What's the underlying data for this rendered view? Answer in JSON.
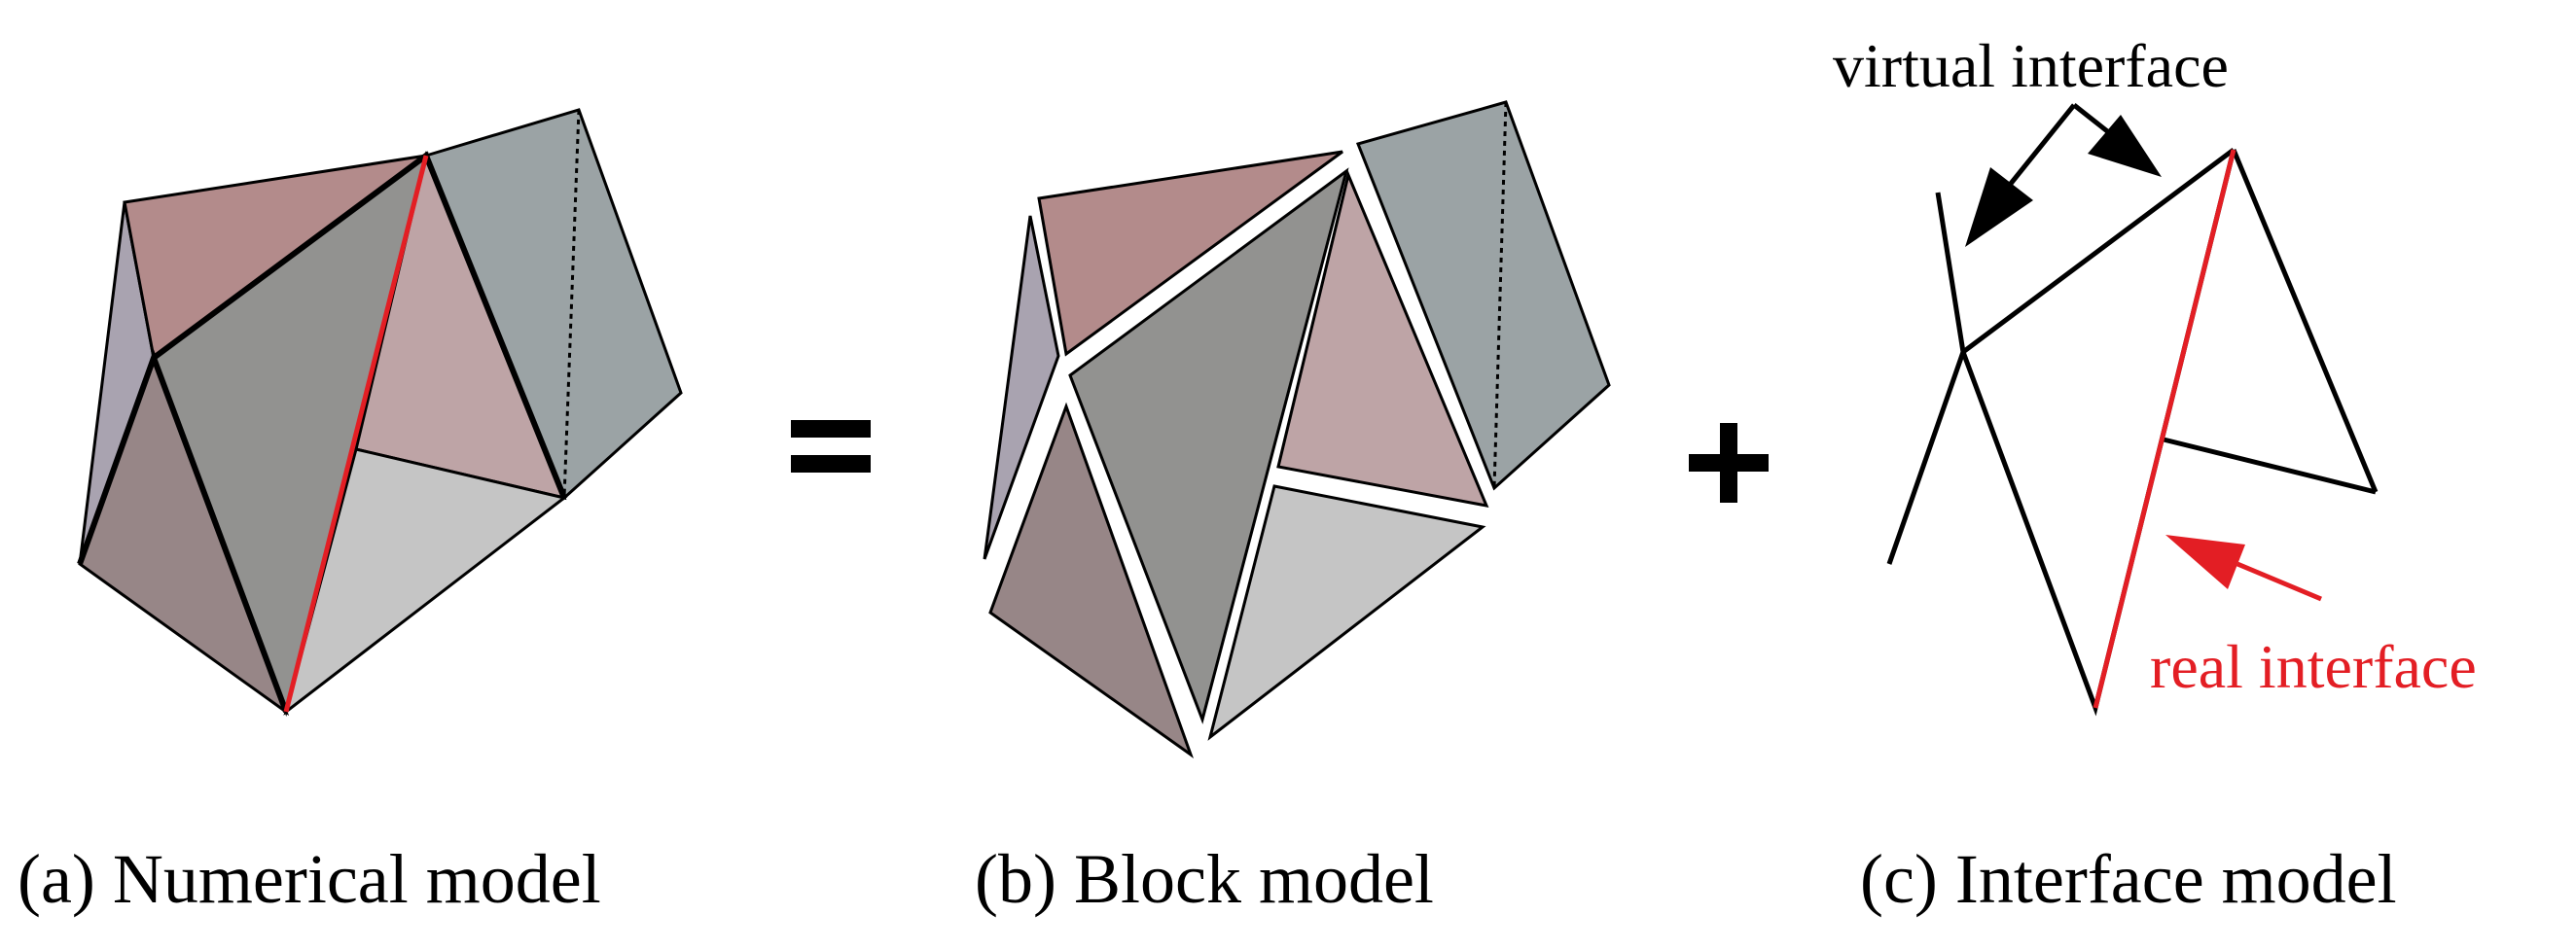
{
  "captions": {
    "a": "(a) Numerical model",
    "b": "(b) Block model",
    "c": "(c) Interface model"
  },
  "operators": {
    "equals": "=",
    "plus": "+"
  },
  "annotations": {
    "virtual_interface": "virtual interface",
    "real_interface": "real interface"
  },
  "colors": {
    "block_purple": "#a9a3b0",
    "block_rose": "#b38b8b",
    "block_dark_gray": "#929290",
    "block_pink": "#bea4a6",
    "block_teal_gray": "#9ba3a5",
    "block_light_gray": "#c5c5c5",
    "block_mauve": "#978687",
    "edge": "#000000",
    "real_interface": "#e31e24",
    "gap": "#ffffff"
  }
}
